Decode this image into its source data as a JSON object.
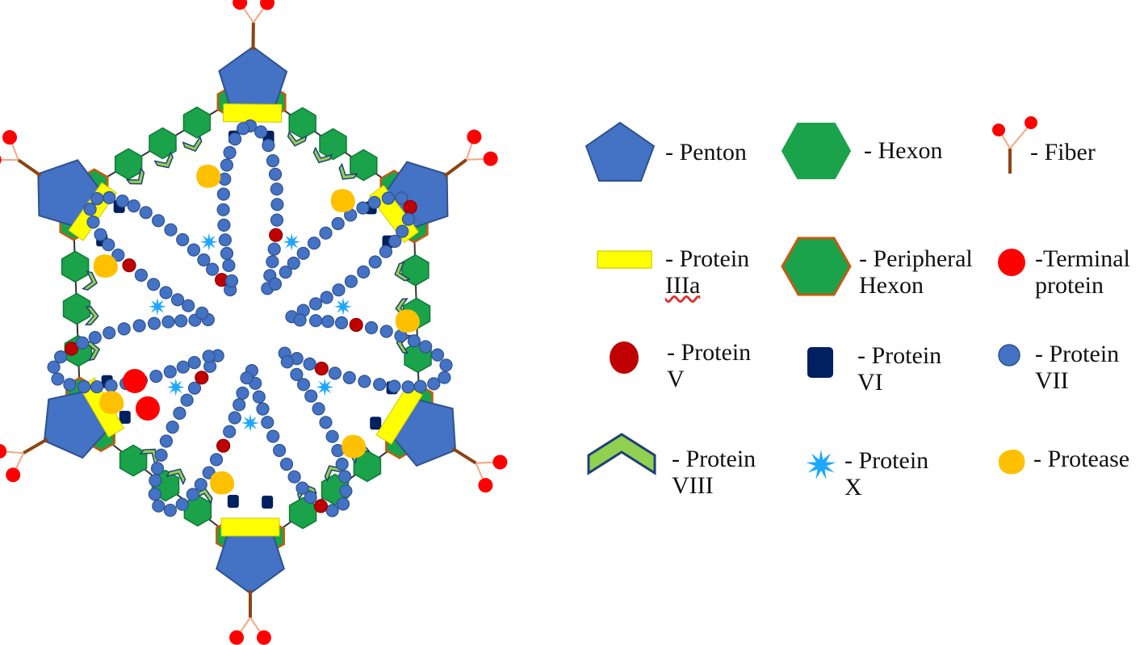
{
  "colors": {
    "penton": "#4472c4",
    "hexon": "#1aa34a",
    "peripheral_hexon_border": "#c55a11",
    "protein_iiia": "#ffff00",
    "fiber_stalk": "#8b4513",
    "fiber_knob": "#ff0000",
    "protein_v": "#c00000",
    "protein_vi": "#002060",
    "protein_vii": "#4472c4",
    "protein_viii": "#92d050",
    "protein_x": "#1ea7ff",
    "protease": "#ffc000",
    "terminal_protein": "#ff0000"
  },
  "legend": {
    "penton": {
      "icon": "pentagon-icon",
      "label": "- Penton"
    },
    "hexon": {
      "icon": "hexagon-icon",
      "label": "- Hexon"
    },
    "fiber": {
      "icon": "fiber-icon",
      "label": "- Fiber"
    },
    "protein_iiia": {
      "icon": "rectangle-icon",
      "label": "- Protein",
      "label2": "IIIa"
    },
    "peripheral_hexon": {
      "icon": "bordered-hexagon-icon",
      "label": "- Peripheral\nHexon"
    },
    "terminal_protein": {
      "icon": "red-dot-icon",
      "label": "-Terminal\nprotein"
    },
    "protein_v": {
      "icon": "dark-red-dot-icon",
      "label": "- Protein\nV"
    },
    "protein_vi": {
      "icon": "navy-square-icon",
      "label": "- Protein\nVI"
    },
    "protein_vii": {
      "icon": "blue-bead-icon",
      "label": "- Protein\nVII"
    },
    "protein_viii": {
      "icon": "chevron-icon",
      "label": "- Protein\nVIII"
    },
    "protein_x": {
      "icon": "star-burst-icon",
      "label": "- Protein\nX"
    },
    "protease": {
      "icon": "blob-icon",
      "label": "- Protease"
    }
  }
}
